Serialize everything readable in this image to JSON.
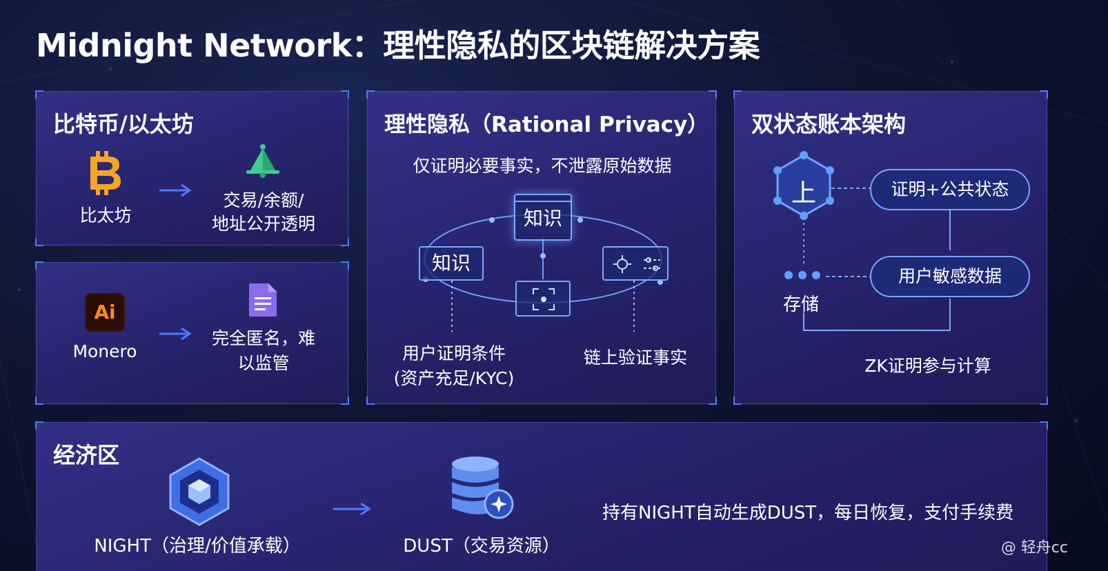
{
  "title": "Midnight Network：理性隐私的区块链解决方案",
  "panels": {
    "btc_eth": {
      "title": "比特币/以太坊",
      "icon_left": "bitcoin-icon",
      "icon_right": "ethereum-bell-icon",
      "left_label": "比太坊",
      "right_label_line1": "交易/余额/",
      "right_label_line2": "地址公开透明"
    },
    "monero": {
      "icon_left": "ai-icon",
      "icon_left_text": "Ai",
      "icon_right": "document-icon",
      "left_label": "Monero",
      "right_label_line1": "完全匿名，难",
      "right_label_line2": "以监管"
    },
    "rational": {
      "title": "理性隐私（Rational Privacy）",
      "subtitle": "仅证明必要事实，不泄露原始数据",
      "box_top": "知识",
      "box_left": "知识",
      "label_left_line1": "用户证明条件",
      "label_left_line2": "(资产充足/KYC)",
      "label_right": "链上验证事实"
    },
    "dual_state": {
      "title": "双状态账本架构",
      "hex_label": "上",
      "pill_top": "证明+公共状态",
      "pill_bottom": "用户敏感数据",
      "storage_label": "存储",
      "zk_label": "ZK证明参与计算"
    },
    "economy": {
      "title": "经济区",
      "night_label": "NIGHT（治理/价值承载）",
      "dust_label": "DUST（交易资源）",
      "description": "持有NIGHT自动生成DUST，每日恢复，支付手续费"
    }
  },
  "watermark": "@ 轻舟cc",
  "colors": {
    "accent_blue": "#4d7bff",
    "bitcoin_orange": "#f5a623",
    "ethereum_green": "#3ecf8e",
    "ai_icon_bg": "#2a0e06",
    "ai_icon_fg": "#ff8a1e",
    "doc_purple": "#8a6cf0"
  }
}
